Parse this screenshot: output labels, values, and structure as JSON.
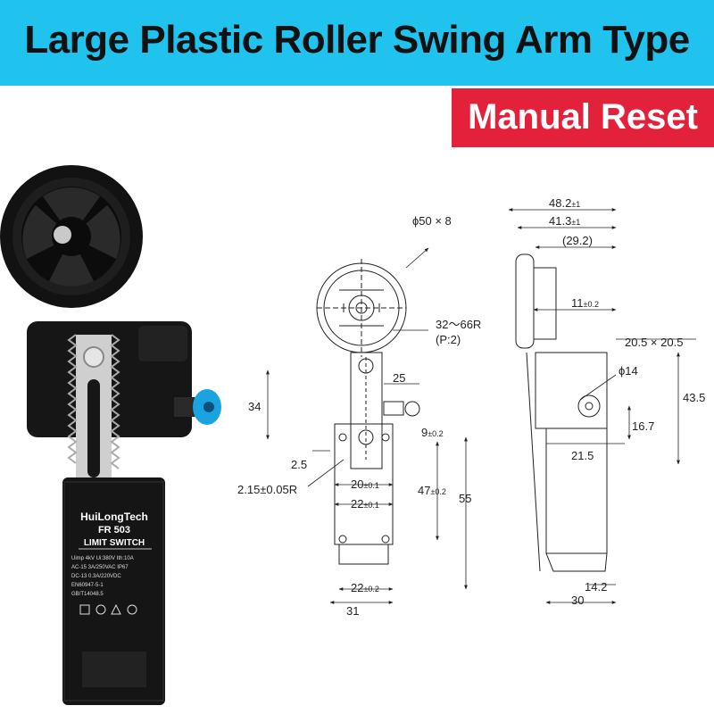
{
  "banner": {
    "title": "Large Plastic Roller Swing Arm Type"
  },
  "badge": {
    "text": "Manual Reset"
  },
  "product": {
    "brand": "HuiLongTech",
    "model": "FR 503",
    "label": "LIMIT SWITCH",
    "spec_line1": "Uimp 4kV   Ui:380V  Ith:10A",
    "spec_line2": "AC-15    3A/250VAC   IP67",
    "spec_line3": "DC-13    0.3A/220VDC",
    "spec_line4": "EN60947-5-1",
    "spec_line5": "GB/T14048.5"
  },
  "front_view": {
    "roller": "ϕ50 × 8",
    "radius": "32～66R",
    "pitch": "(P:2)",
    "d25": "25",
    "d34": "34",
    "d9": "9",
    "d9_tol": "±0.2",
    "d2_5": "2.5",
    "d2_15": "2.15±0.05R",
    "d20": "20",
    "d20_tol": "±0.1",
    "d22a": "22",
    "d22a_tol": "±0.1",
    "d47": "47",
    "d47_tol": "±0.2",
    "d55": "55",
    "d22b": "22",
    "d22b_tol": "±0.2",
    "d31": "31"
  },
  "side_view": {
    "d48": "48.2",
    "d48_tol": "±1",
    "d41": "41.3",
    "d41_tol": "±1",
    "d29": "(29.2)",
    "d11": "11",
    "d11_tol": "±0.2",
    "d20x20": "20.5 × 20.5",
    "d14": "ϕ14",
    "d43": "43.5",
    "d16": "16.7",
    "d21": "21.5",
    "d14_2": "14.2",
    "d30": "30"
  },
  "colors": {
    "banner": "#1fc3ee",
    "badge": "#e4213a",
    "plunger": "#1aa3e0",
    "body": "#151515"
  }
}
